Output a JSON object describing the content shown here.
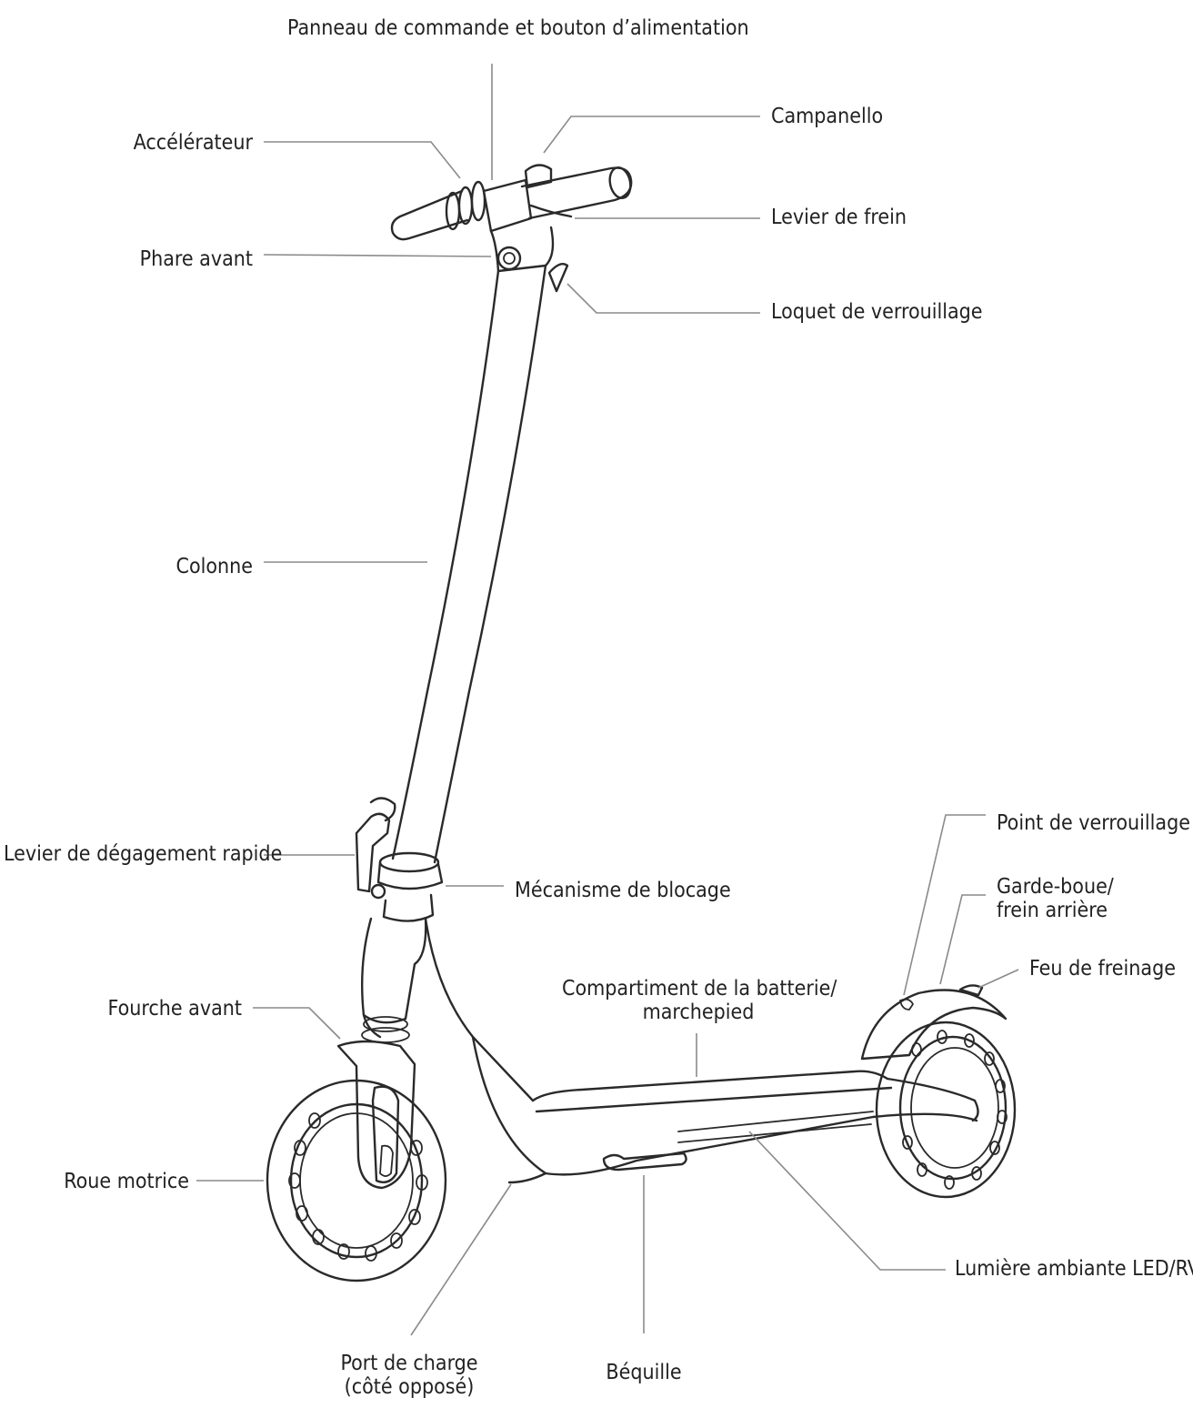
{
  "labels": {
    "control_panel": "Panneau de commande et bouton d’alimentation",
    "bell": "Campanello",
    "throttle": "Accélérateur",
    "brake_lever": "Levier de frein",
    "headlight": "Phare avant",
    "lock_latch": "Loquet de verrouillage",
    "stem": "Colonne",
    "quick_release": "Levier de dégagement rapide",
    "locking_mechanism": "Mécanisme de blocage",
    "lock_point": "Point de verrouillage",
    "mudguard_line1": "Garde-boue/",
    "mudguard_line2": "frein arrière",
    "brake_light": "Feu de freinage",
    "battery_line1": "Compartiment de la batterie/",
    "battery_line2": "marchepied",
    "front_fork": "Fourche avant",
    "drive_wheel": "Roue motrice",
    "ambient_light": "Lumière ambiante LED/RVB",
    "charge_port_line1": "Port de charge",
    "charge_port_line2": "(côté opposé)",
    "kickstand": "Béquille"
  }
}
